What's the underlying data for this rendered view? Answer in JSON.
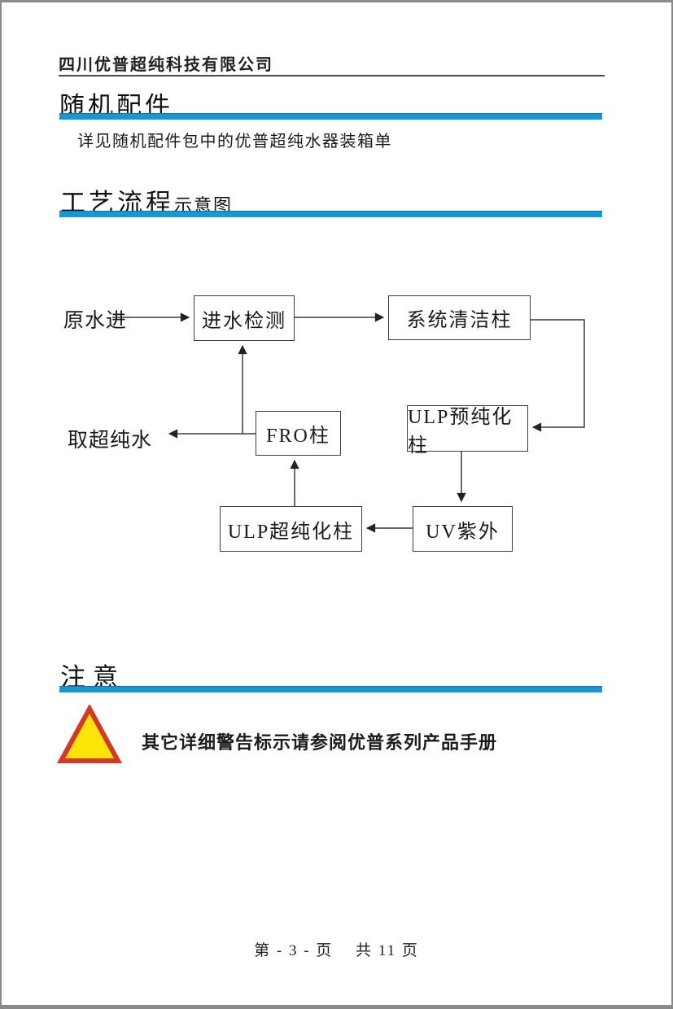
{
  "header": {
    "company": "四川优普超纯科技有限公司"
  },
  "accessories_section": {
    "title": "随机配件",
    "body": "详见随机配件包中的优普超纯水器装箱单"
  },
  "process_section": {
    "title": "工艺流程",
    "subtitle": "示意图"
  },
  "flowchart": {
    "nodes": {
      "raw_water_in": "原水进",
      "inlet_detection": "进水检测",
      "system_cleaning_column": "系统清洁柱",
      "ulp_pre_purification_column": "ULP预纯化柱",
      "uv_lamp": "UV紫外",
      "ulp_ultra_purification_column": "ULP超纯化柱",
      "fro_column": "FRO柱",
      "ultrapure_water_out": "取超纯水"
    },
    "edges": [
      {
        "from": "原水进",
        "to": "进水检测"
      },
      {
        "from": "进水检测",
        "to": "系统清洁柱"
      },
      {
        "from": "系统清洁柱",
        "to": "ULP预纯化柱"
      },
      {
        "from": "ULP预纯化柱",
        "to": "UV紫外"
      },
      {
        "from": "UV紫外",
        "to": "ULP超纯化柱"
      },
      {
        "from": "ULP超纯化柱",
        "to": "FRO柱"
      },
      {
        "from": "FRO柱",
        "to": "取超纯水"
      },
      {
        "from": "FRO柱",
        "to": "进水检测"
      }
    ]
  },
  "notice_section": {
    "title": "注意",
    "warning_text": "其它详细警告标示请参阅优普系列产品手册",
    "warning_icon": "warning-triangle-icon"
  },
  "footer": {
    "page_label": "第 - 3 - 页　 共 11 页"
  },
  "colors": {
    "accent_blue": "#1798D4",
    "line_dark": "#3f3f3f",
    "triangle_red": "#D13A28",
    "triangle_yellow": "#FCE408",
    "page_border_gray": "#8a8a8a"
  }
}
